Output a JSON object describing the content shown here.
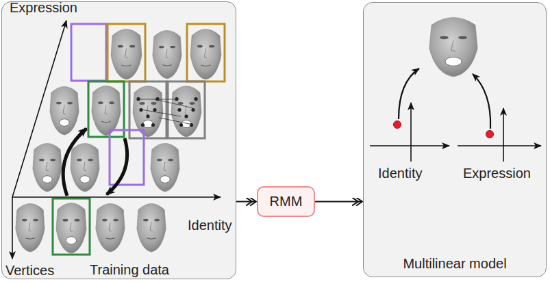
{
  "diagram": {
    "nodes": [
      {
        "text": [
          "Training data"
        ]
      },
      {
        "text": [
          "RMM"
        ]
      },
      {
        "text": [
          "Multilinear model"
        ]
      }
    ],
    "edges": [
      {
        "from": 0,
        "to": 1,
        "arrow": "to"
      },
      {
        "from": 1,
        "to": 2,
        "arrow": "to"
      }
    ],
    "labels": [
      "Expression",
      "Identity",
      "Vertices",
      "Identity",
      "Expression"
    ]
  }
}
